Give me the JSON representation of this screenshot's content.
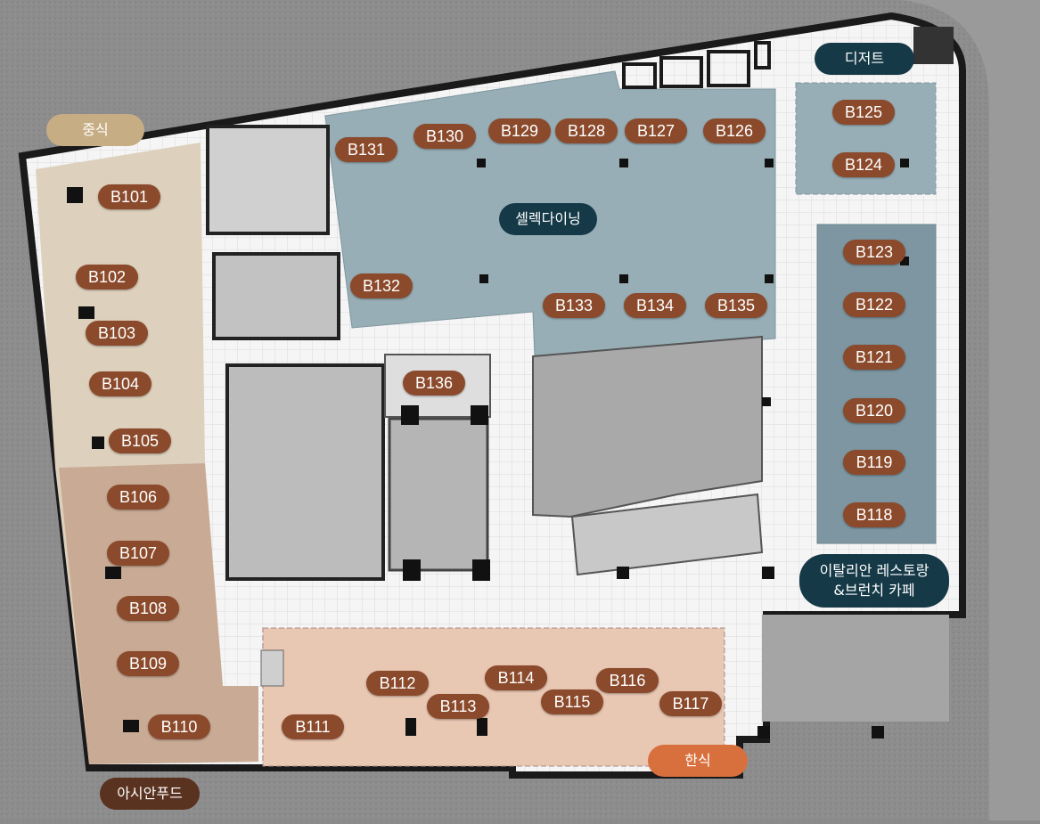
{
  "colors": {
    "unit_label": "#8b4a2b",
    "zone_dark": "#153947",
    "zone_beige": "#c7ad84",
    "zone_brown": "#5a3220",
    "zone_orange": "#d8703e",
    "wall": "#1a1a1a",
    "corridor": "#f4f4f4",
    "area_chinese": "#ddd1bd",
    "area_asian": "#c9ab95",
    "area_korean": "#e8c7b3",
    "area_blue": "#98aeb6",
    "outside": "#8a8a8a"
  },
  "zones": {
    "chinese": "중식",
    "dessert": "디저트",
    "select_dining": "셀렉다이닝",
    "italian_line1": "이탈리안 레스토랑",
    "italian_line2": "&브런치 카페",
    "korean": "한식",
    "asian_food": "아시안푸드"
  },
  "units": [
    "B101",
    "B102",
    "B103",
    "B104",
    "B105",
    "B106",
    "B107",
    "B108",
    "B109",
    "B110",
    "B111",
    "B112",
    "B113",
    "B114",
    "B115",
    "B116",
    "B117",
    "B118",
    "B119",
    "B120",
    "B121",
    "B122",
    "B123",
    "B124",
    "B125",
    "B126",
    "B127",
    "B128",
    "B129",
    "B130",
    "B131",
    "B132",
    "B133",
    "B134",
    "B135",
    "B136"
  ]
}
